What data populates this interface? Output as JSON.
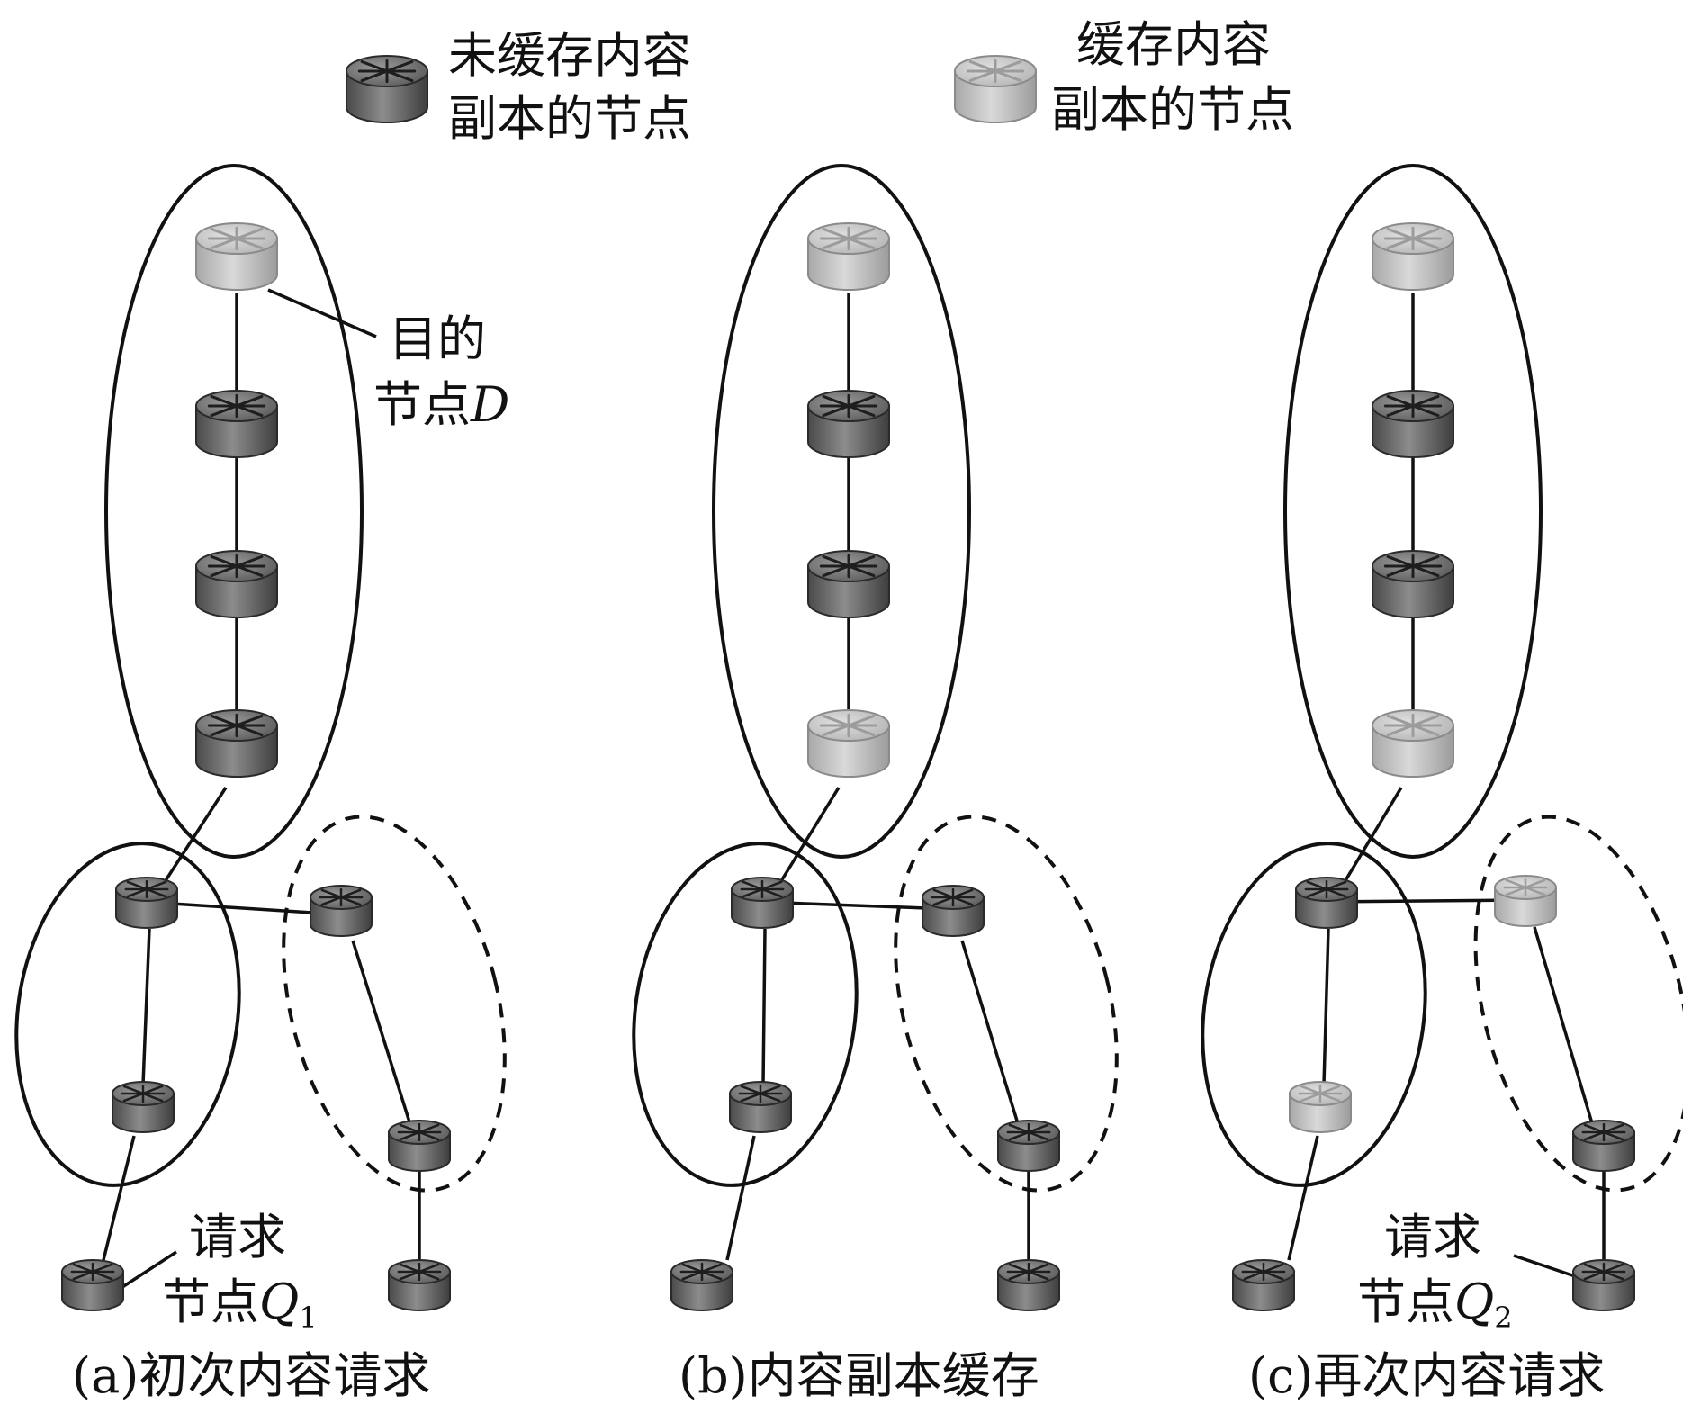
{
  "legend": {
    "uncached_line1": "未缓存内容",
    "uncached_line2": "副本的节点",
    "cached_line1": "缓存内容",
    "cached_line2": "副本的节点"
  },
  "colors": {
    "uncached_node": "#6f6f6f",
    "cached_node": "#bdbdbd",
    "line": "#111111"
  },
  "icons": {
    "uncached": "router-dark-icon",
    "cached": "router-light-icon"
  },
  "panel_a": {
    "caption": "(a)初次内容请求",
    "dest_line1": "目的",
    "dest_line2": "节点",
    "dest_var": "D",
    "req_line1": "请求",
    "req_line2": "节点",
    "req_var": "Q",
    "req_sub": "1"
  },
  "panel_b": {
    "caption": "(b)内容副本缓存"
  },
  "panel_c": {
    "caption": "(c)再次内容请求",
    "req_line1": "请求",
    "req_line2": "节点",
    "req_var": "Q",
    "req_sub": "2"
  }
}
